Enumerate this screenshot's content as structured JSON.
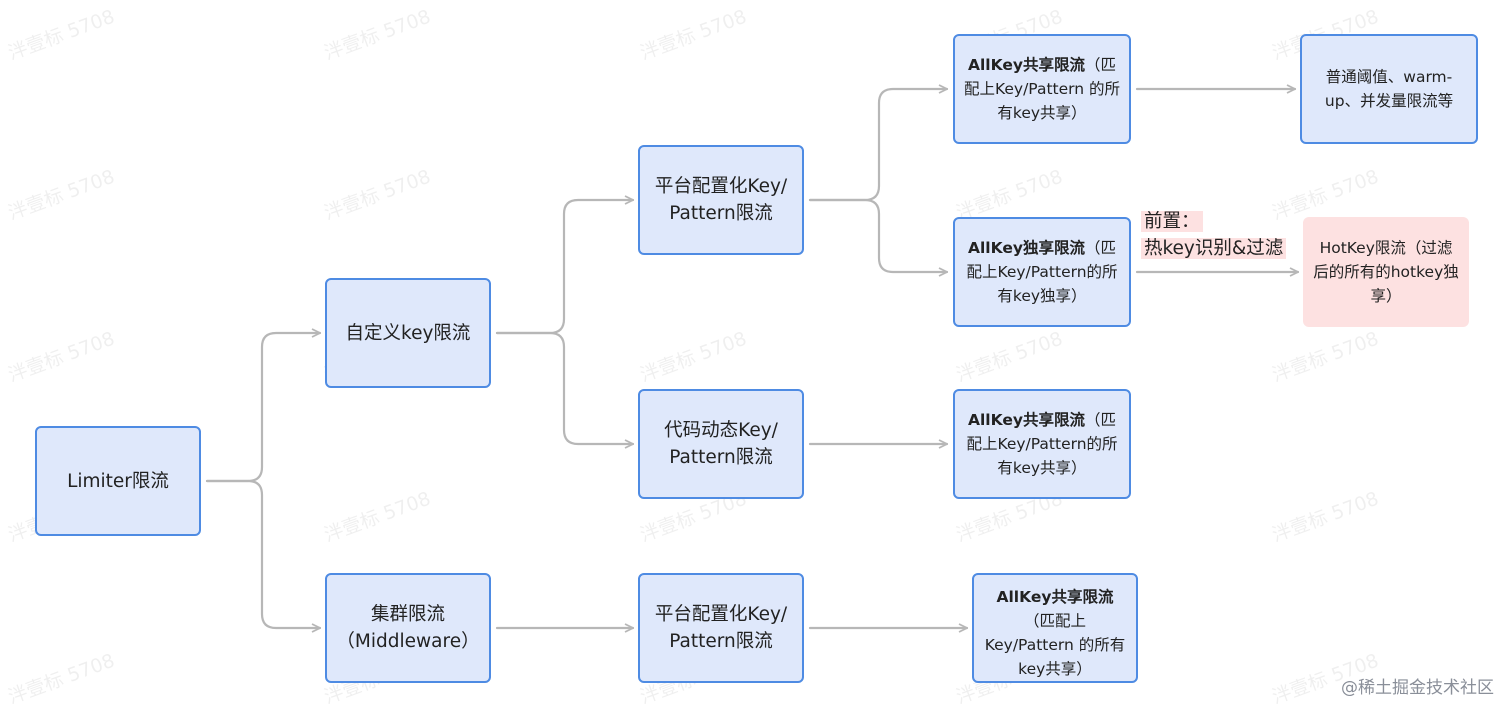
{
  "watermark": "泮壹标 5708",
  "footer": "@稀土掘金技术社区",
  "side_note": {
    "line1": "前置：",
    "line2": "热key识别&过滤"
  },
  "nodes": {
    "root": {
      "text": "Limiter限流"
    },
    "custom": {
      "text": "自定义key限流"
    },
    "cluster": {
      "line1": "集群限流",
      "line2": "（Middleware）"
    },
    "platform1": {
      "line1": "平台配置化Key/",
      "line2": "Pattern限流"
    },
    "code": {
      "line1": "代码动态Key/",
      "line2": "Pattern限流"
    },
    "platform2": {
      "line1": "平台配置化Key/",
      "line2": "Pattern限流"
    },
    "share1": {
      "bold": "AllKey共享限流",
      "rest": "（匹配上Key/Pattern 的所有key共享）"
    },
    "exclusive": {
      "bold": "AllKey独享限流",
      "rest": "（匹配上Key/Pattern的所有key独享）"
    },
    "share2": {
      "bold": "AllKey共享限流",
      "rest": "（匹配上Key/Pattern的所有key共享）"
    },
    "share3": {
      "bold": "AllKey共享限流",
      "rest": "（匹配上Key/Pattern 的所有key共享）"
    },
    "normal": {
      "text": "普通阈值、warm-up、并发量限流等"
    },
    "hotkey": {
      "text": "HotKey限流（过滤后的所有的hotkey独享）"
    }
  }
}
